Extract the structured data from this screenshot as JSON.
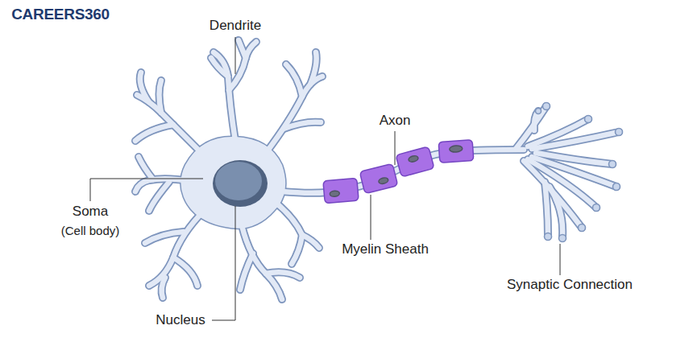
{
  "diagram": {
    "labels": [
      "CAREERS360",
      "Dendrite",
      "Axon",
      "Soma",
      "(Cell body)",
      "Myelin Sheath",
      "Synaptic Connection",
      "Nucleus"
    ]
  }
}
